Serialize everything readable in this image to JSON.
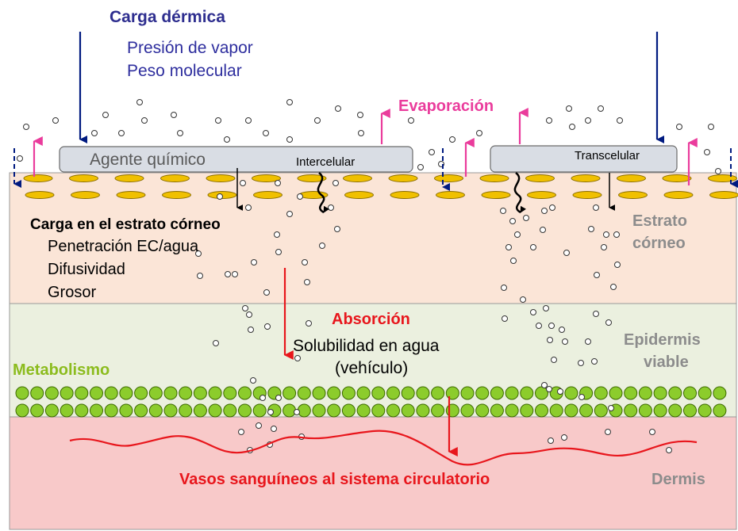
{
  "colors": {
    "stratum": "#fbe5d7",
    "epidermis": "#ebf0df",
    "dermis": "#f8c9c9",
    "navy": "#001a80",
    "pink": "#ea3c9c",
    "red": "#e8161c",
    "green_cell": "#8ccc2c",
    "oval": "#f0c000"
  },
  "title": {
    "main": "Carga dérmica",
    "line1": "Presión de vapor",
    "line2": "Peso molecular"
  },
  "evaporation": "Evaporación",
  "agent": "Agente químico",
  "intercellular": "Intercelular",
  "transcellular": "Transcelular",
  "stratum_load": {
    "heading": "Carga en el estrato córneo",
    "items": [
      "Penetración EC/agua",
      "Difusividad",
      "Grosor"
    ]
  },
  "absorption": {
    "heading": "Absorción",
    "line1": "Solubilidad en agua",
    "line2": "(vehículo)"
  },
  "metabolism": "Metabolismo",
  "vessels": "Vasos sanguíneos al sistema circulatorio",
  "layers": {
    "stratum_line1": "Estrato",
    "stratum_line2": "córneo",
    "epidermis_line1": "Epidermis",
    "epidermis_line2": "viable",
    "dermis": "Dermis"
  }
}
